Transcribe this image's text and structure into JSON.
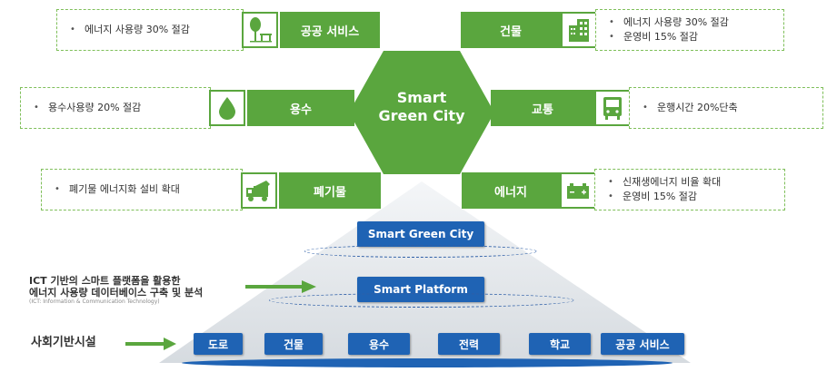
{
  "hub": {
    "line1": "Smart",
    "line2": "Green City"
  },
  "services": {
    "public": {
      "label": "공공 서비스",
      "bullets": [
        "에너지 사용량 30% 절감"
      ]
    },
    "building": {
      "label": "건물",
      "bullets": [
        "에너지 사용량 30% 절감",
        "운영비 15% 절감"
      ]
    },
    "water": {
      "label": "용수",
      "bullets": [
        "용수사용량 20% 절감"
      ]
    },
    "traffic": {
      "label": "교통",
      "bullets": [
        "운행시간 20%단축"
      ]
    },
    "waste": {
      "label": "폐기물",
      "bullets": [
        "폐기물 에너지화 설비 확대"
      ]
    },
    "energy": {
      "label": "에너지",
      "bullets": [
        "신재생에너지 비율 확대",
        "운영비 15% 절감"
      ]
    }
  },
  "pyramid": {
    "top": "Smart Green City",
    "middle": "Smart Platform",
    "infra": [
      "도로",
      "건물",
      "용수",
      "전력",
      "학교",
      "공공 서비스"
    ]
  },
  "left_labels": {
    "platform_line1": "ICT 기반의 스마트 플랫폼을 활용한",
    "platform_line2": "에너지 사용량 데이터베이스 구축 및 분석",
    "platform_note": "(ICT: Information & Communication Technology)",
    "infra": "사회기반시설"
  },
  "colors": {
    "green": "#5aa63e",
    "blue": "#1f63b4",
    "dash": "#7fbf5a"
  },
  "icons": [
    "tree-bench-icon",
    "building-icon",
    "water-drop-icon",
    "bus-icon",
    "garbage-truck-icon",
    "battery-icon"
  ]
}
